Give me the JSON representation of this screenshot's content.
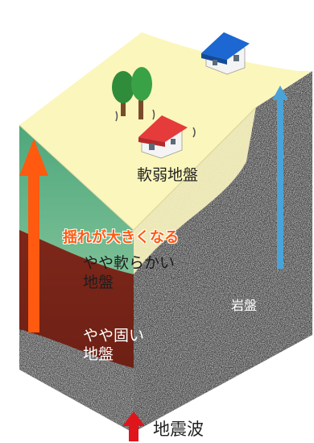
{
  "labels": {
    "soft_ground": "軟弱地盤",
    "amplification": "揺れが大きくなる",
    "semi_soft_line1": "やや軟らかい",
    "semi_soft_line2": "地盤",
    "semi_hard_line1": "やや固い",
    "semi_hard_line2": "地盤",
    "bedrock": "岩盤",
    "seismic_wave": "地震波"
  },
  "colors": {
    "surface": "#fbf6bb",
    "soft_layer": "#4fa77c",
    "semi_hard_layer": "#8a2c1e",
    "bedrock": "#474747",
    "amplified_arrow": "#ff5a10",
    "bedrock_arrow": "#4aa3d8",
    "wave_arrow": "#e0151b"
  },
  "icons": [
    "tree-icon",
    "house-icon",
    "seismic-wave-arrow-icon"
  ]
}
